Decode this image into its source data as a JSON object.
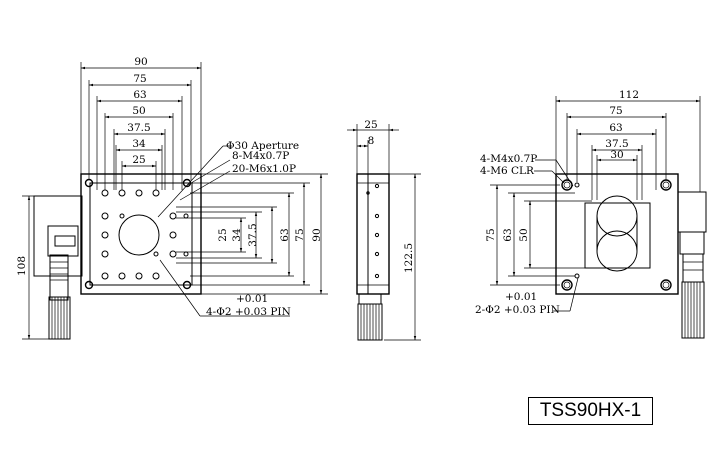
{
  "front_view": {
    "dims_top": [
      "90",
      "75",
      "63",
      "50",
      "37.5",
      "34",
      "25"
    ],
    "dims_right": [
      "25",
      "34",
      "37.5",
      "63",
      "75",
      "90"
    ],
    "height_left": "108",
    "notes": [
      "Φ30 Aperture",
      "8-M4x0.7P",
      "20-M6x1.0P"
    ],
    "pin_tol": "+0.01",
    "pin_label": "4-Φ2 +0.03 PIN"
  },
  "side_view": {
    "dims_top": [
      "25",
      "8"
    ],
    "height_right": "122.5"
  },
  "back_view": {
    "dims_top": [
      "112",
      "75",
      "63",
      "37.5",
      "30"
    ],
    "dims_left": [
      "75",
      "63",
      "50"
    ],
    "notes": [
      "4-M4x0.7P",
      "4-M6 CLR"
    ],
    "pin_tol": "+0.01",
    "pin_label": "2-Φ2 +0.03 PIN"
  },
  "model": "TSS90HX-1"
}
